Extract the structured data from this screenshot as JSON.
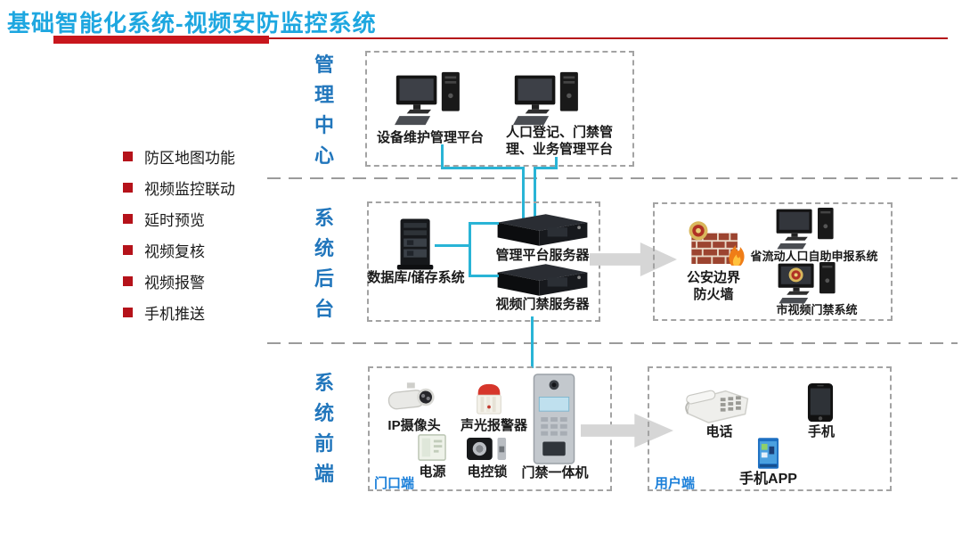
{
  "header": {
    "title": "基础智能化系统-视频安防监控系统"
  },
  "features": {
    "items": [
      {
        "label": "防区地图功能"
      },
      {
        "label": "视频监控联动"
      },
      {
        "label": "延时预览"
      },
      {
        "label": "视频复核"
      },
      {
        "label": "视频报警"
      },
      {
        "label": "手机推送"
      }
    ]
  },
  "layers": {
    "management": "管理中心",
    "backend": "系统后台",
    "frontend": "系统前端"
  },
  "management": {
    "device_platform": "设备维护管理平台",
    "registration_platform": "人口登记、门禁管理、业务管理平台"
  },
  "backend": {
    "database": "数据库/储存系统",
    "mgmt_server": "管理平台服务器",
    "video_server": "视频门禁服务器"
  },
  "police": {
    "firewall": "公安边界防火墙",
    "province_system": "省流动人口自助申报系统",
    "city_system": "市视频门禁系统"
  },
  "frontend": {
    "zone_label": "门口端",
    "ip_camera": "IP摄像头",
    "alarm": "声光报警器",
    "power": "电源",
    "lock": "电控锁",
    "access_machine": "门禁一体机"
  },
  "user": {
    "zone_label": "用户端",
    "phone": "电话",
    "mobile": "手机",
    "app": "手机APP"
  },
  "colors": {
    "title_blue": "#1ea7e0",
    "accent_red": "#c8161d",
    "bullet_red": "#b5121a",
    "layer_blue": "#2176bc",
    "connector_cyan": "#29b4d6",
    "zone_blue": "#1a7fd9",
    "arrow_gray": "#d6d6d6"
  }
}
